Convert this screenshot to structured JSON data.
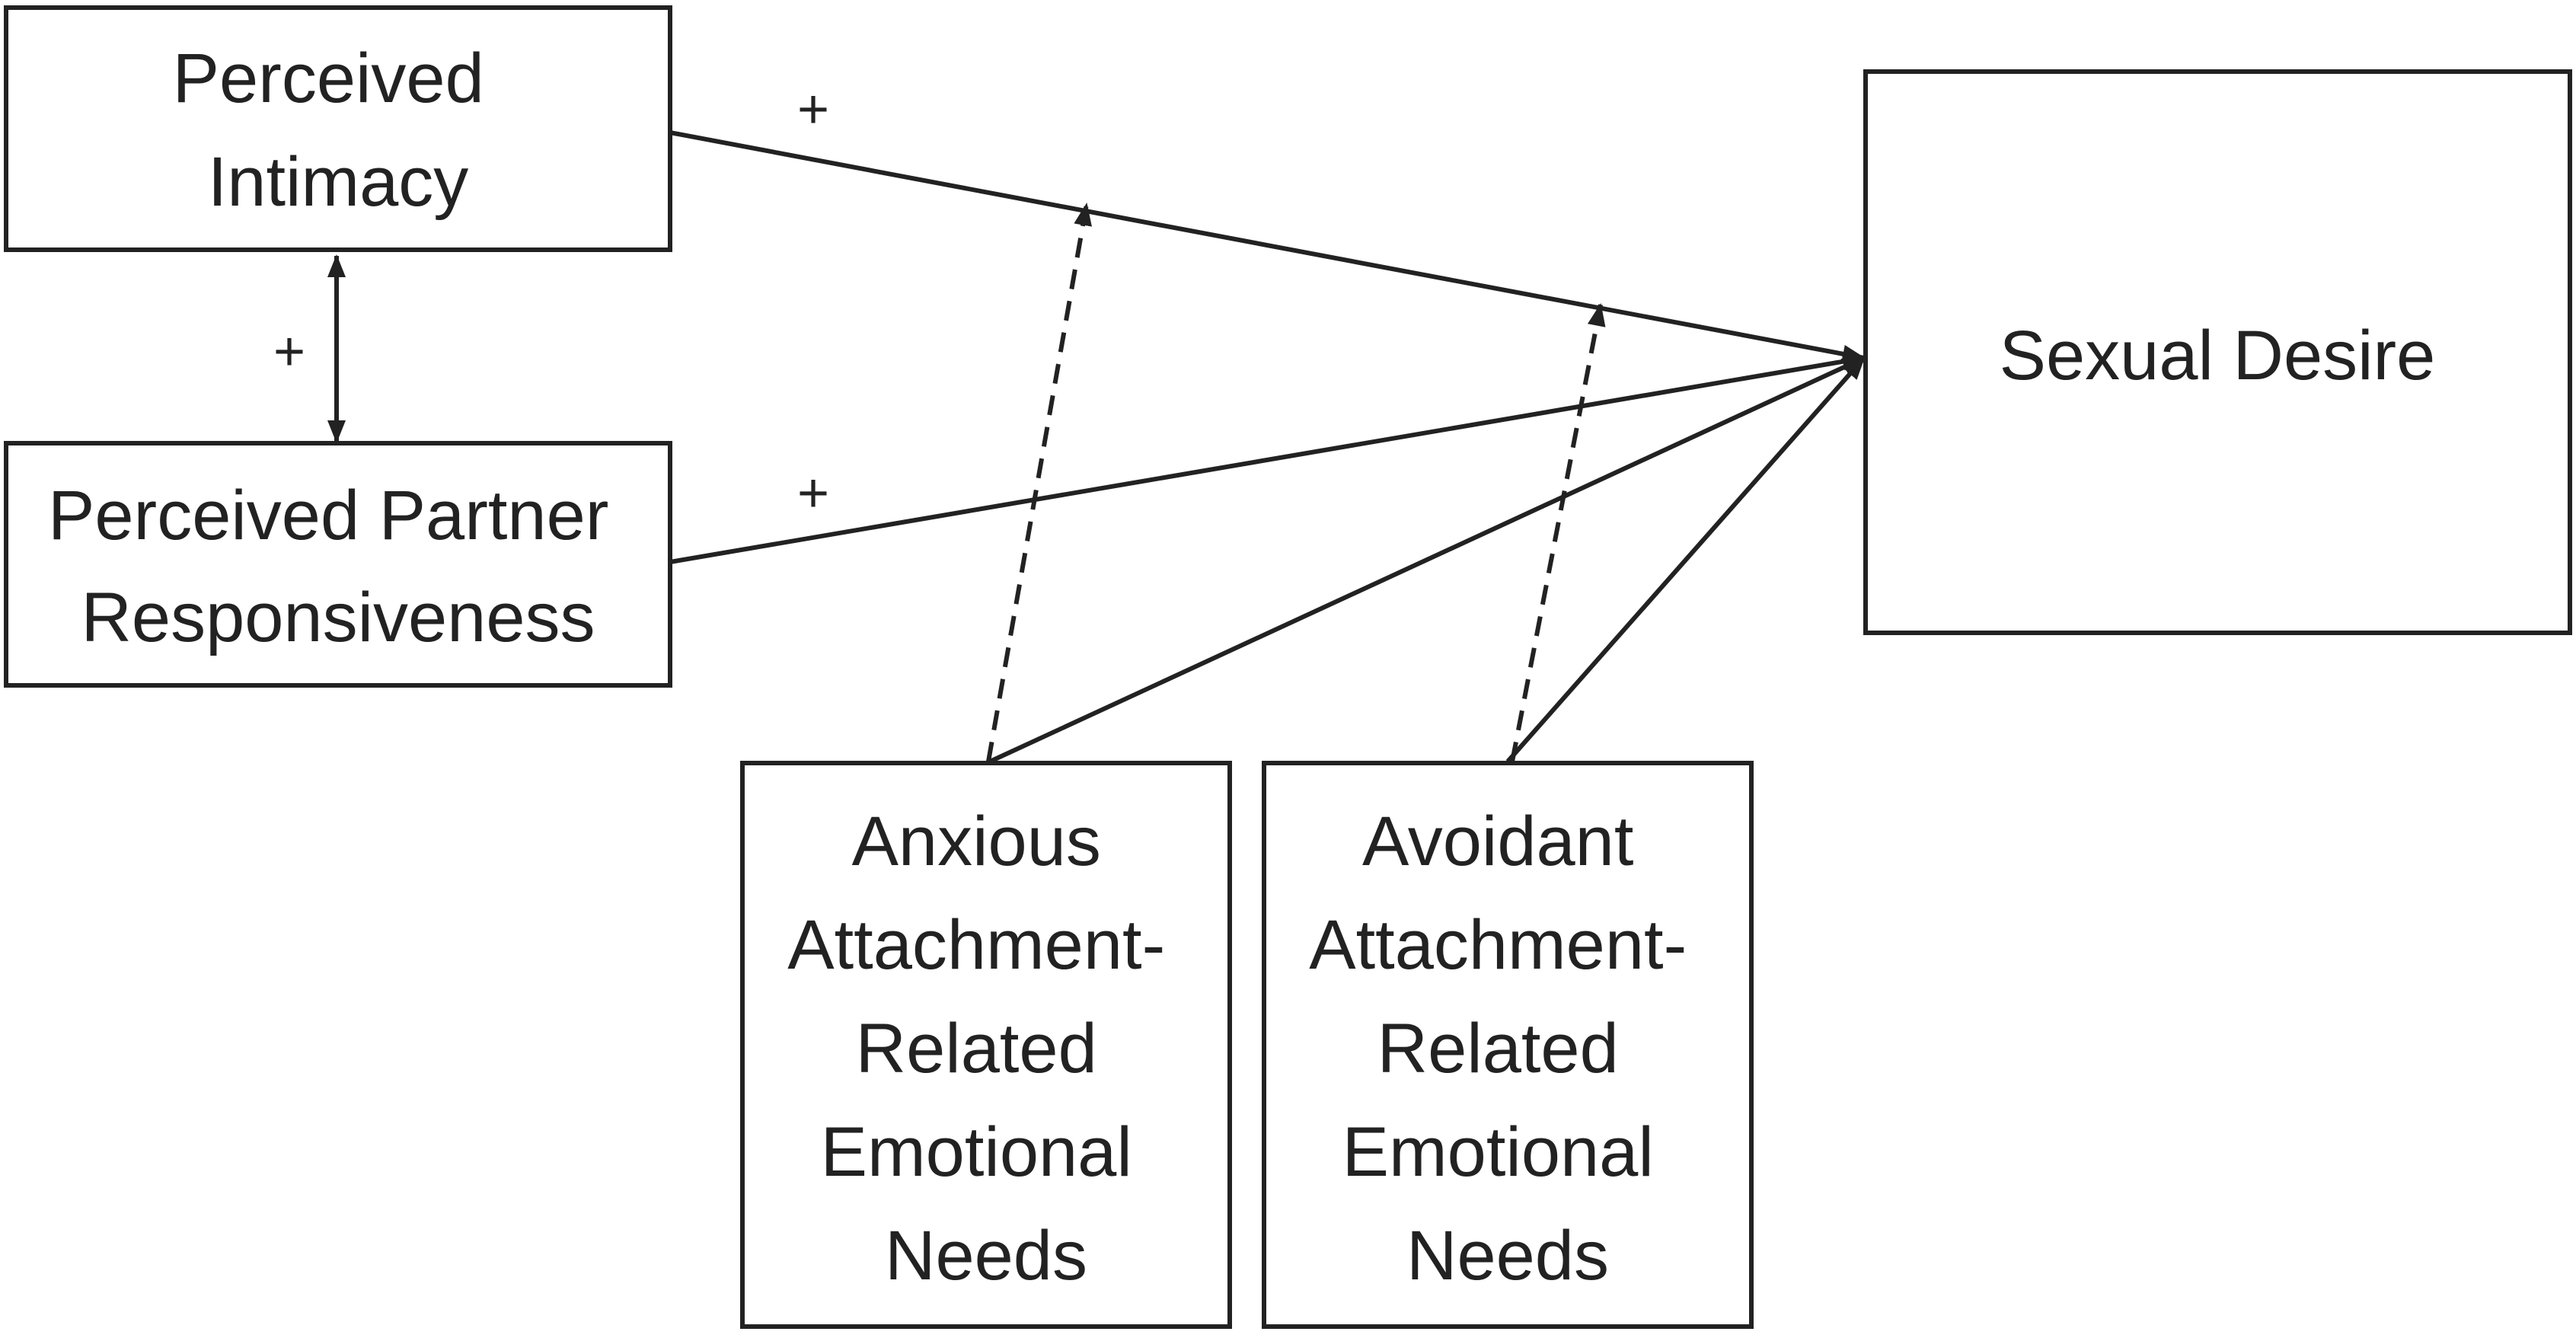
{
  "nodes": {
    "perceived_intimacy": {
      "lines": [
        "Perceived",
        "Intimacy"
      ]
    },
    "perceived_partner_responsiveness": {
      "lines": [
        "Perceived Partner",
        "Responsiveness"
      ]
    },
    "sexual_desire": {
      "lines": [
        "Sexual Desire"
      ]
    },
    "anxious_needs": {
      "lines": [
        "Anxious",
        "Attachment-",
        "Related",
        "Emotional",
        "Needs"
      ]
    },
    "avoidant_needs": {
      "lines": [
        "Avoidant",
        "Attachment-",
        "Related",
        "Emotional",
        "Needs"
      ]
    }
  },
  "edges": {
    "intimacy_to_desire": {
      "sign": "+",
      "style": "solid"
    },
    "responsiveness_to_desire": {
      "sign": "+",
      "style": "solid"
    },
    "intimacy_responsiveness_correlation": {
      "sign": "+",
      "style": "solid-bidirectional"
    },
    "anxious_to_desire": {
      "sign": "",
      "style": "solid"
    },
    "avoidant_to_desire": {
      "sign": "",
      "style": "solid"
    },
    "anxious_moderation": {
      "sign": "",
      "style": "dashed"
    },
    "avoidant_moderation": {
      "sign": "",
      "style": "dashed"
    }
  },
  "colors": {
    "stroke": "#222222",
    "background": "#ffffff"
  }
}
